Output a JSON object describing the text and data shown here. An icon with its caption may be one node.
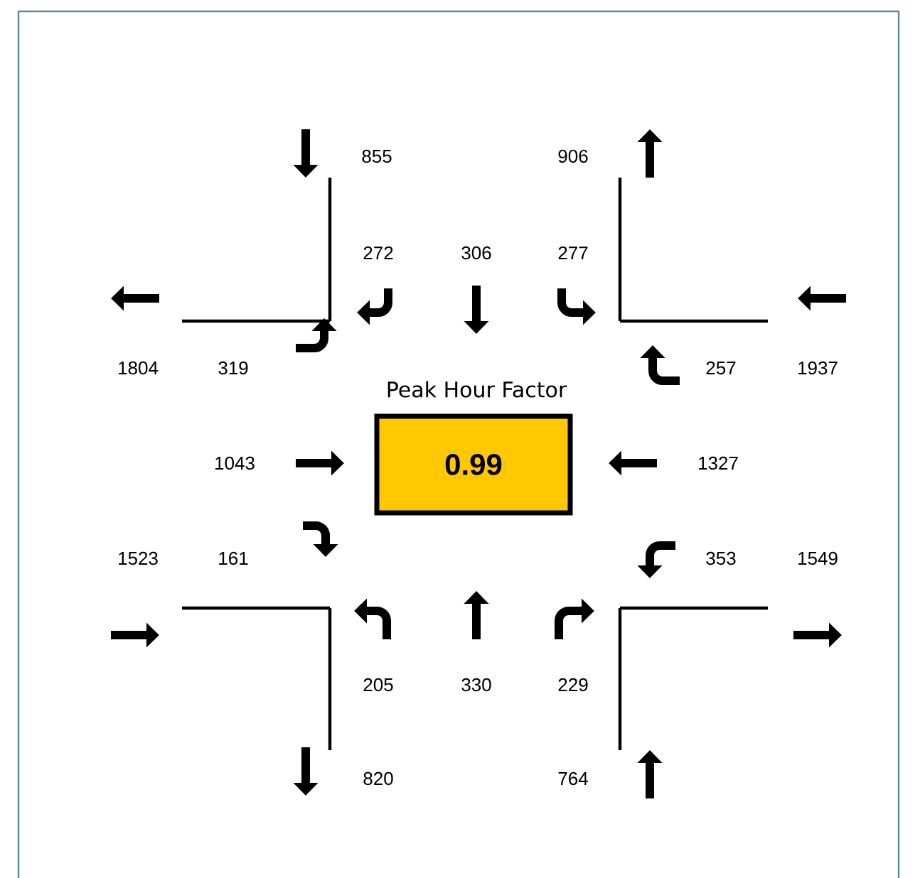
{
  "diagram": {
    "nodes": [
      {
        "text": [
          "Peak Hour Factor",
          "0.99"
        ]
      }
    ],
    "labels": [
      "855",
      "906",
      "272",
      "306",
      "277",
      "1804",
      "319",
      "257",
      "1937",
      "1043",
      "1327",
      "1523",
      "161",
      "353",
      "1549",
      "205",
      "330",
      "229",
      "820",
      "764"
    ]
  }
}
